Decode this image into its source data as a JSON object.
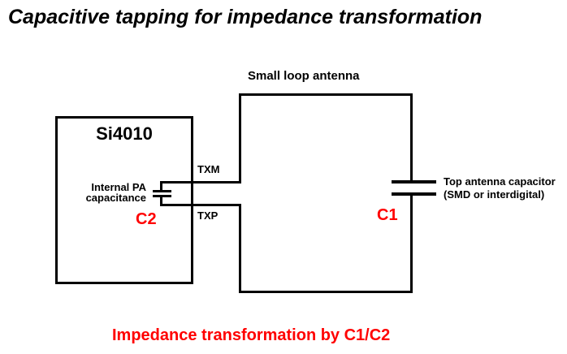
{
  "title": "Capacitive tapping for impedance transformation",
  "antenna": {
    "label": "Small loop antenna",
    "top_capacitor": {
      "ref": "C1",
      "description_line1": "Top antenna capacitor",
      "description_line2": "(SMD or interdigital)"
    }
  },
  "chip": {
    "label": "Si4010",
    "pins": {
      "txm": "TXM",
      "txp": "TXP"
    },
    "internal_capacitor": {
      "ref": "C2",
      "description_line1": "Internal PA",
      "description_line2": "capacitance"
    }
  },
  "caption": "Impedance transformation by C1/C2",
  "colors": {
    "line": "#000000",
    "accent": "#ff0000",
    "bg": "#ffffff"
  }
}
